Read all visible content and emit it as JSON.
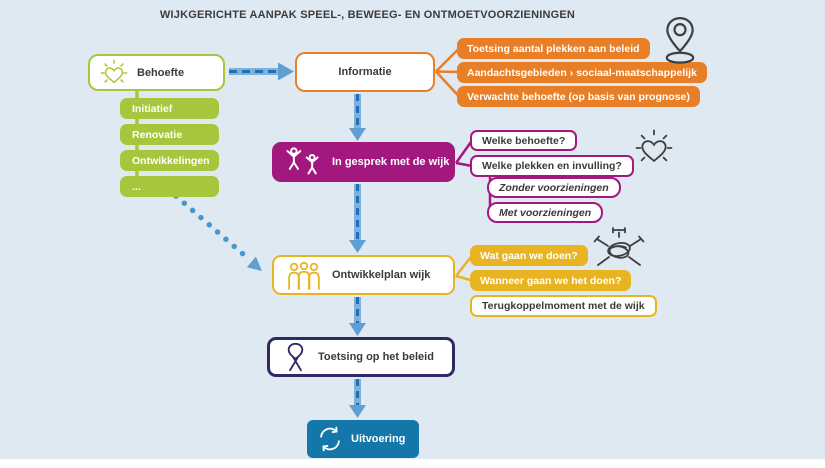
{
  "title": "WIJKGERICHTE AANPAK SPEEL-, BEWEEG- EN ONTMOETVOORZIENINGEN",
  "colors": {
    "background": "#dfe9f2",
    "green": "#a8c63d",
    "orange": "#e87f26",
    "magenta": "#a2187e",
    "yellow": "#e8b421",
    "navy": "#2f2a63",
    "blue": "#1377a9",
    "arrow_body_light": "#7fb0d9",
    "arrow_dash_dark": "#1f6fb5",
    "dotted_arrow": "#4a96cc",
    "text_dark": "#3a3a39",
    "icon_gray": "#3f3f3f"
  },
  "flow": {
    "behoefte": {
      "label": "Behoefte",
      "icon": "heart-rays-icon"
    },
    "behoefte_sources": [
      "Initiatief",
      "Renovatie",
      "Ontwikkelingen",
      "..."
    ],
    "informatie": {
      "label": "Informatie",
      "details": [
        "Toetsing aantal plekken aan beleid",
        "Aandachtsgebieden › sociaal-maatschappelijk",
        "Verwachte behoefte (op basis van prognose)"
      ]
    },
    "gesprek": {
      "label": "In gesprek met de wijk",
      "icon": "people-playing-icon",
      "questions": [
        "Welke behoefte?",
        "Welke plekken en invulling?"
      ],
      "options": [
        "Zonder voorzieningen",
        "Met voorzieningen"
      ]
    },
    "ontwikkelplan": {
      "label": "Ontwikkelplan wijk",
      "icon": "group-icon",
      "questions": [
        "Wat gaan we doen?",
        "Wanneer gaan we het doen?"
      ],
      "feedback": "Terugkoppelmoment met de wijk"
    },
    "toetsing": {
      "label": "Toetsing op het beleid",
      "icon": "ribbon-icon"
    },
    "uitvoering": {
      "label": "Uitvoering",
      "icon": "cycle-icon"
    },
    "decorative_icons": [
      "location-pin-icon",
      "heart-rays-icon",
      "hands-together-icon"
    ]
  }
}
